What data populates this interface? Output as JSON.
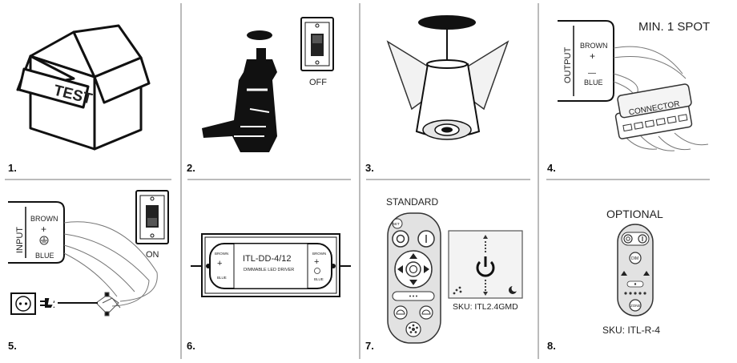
{
  "steps": [
    {
      "number": "1.",
      "box_text": "TEST"
    },
    {
      "number": "2.",
      "switch_text": "OFF"
    },
    {
      "number": "3."
    },
    {
      "number": "4.",
      "heading": "MIN. 1 SPOT",
      "output_label": "OUTPUT",
      "brown": "BROWN",
      "plus": "+",
      "minus": "—",
      "blue": "BLUE",
      "connector": "CONNECTOR"
    },
    {
      "number": "5.",
      "input_label": "INPUT",
      "brown": "BROWN",
      "plus": "+",
      "blue": "BLUE",
      "switch_text": "ON"
    },
    {
      "number": "6.",
      "driver_model": "ITL-DD-4/12",
      "driver_sub": "DIMMABLE LED DRIVER",
      "brown": "BROWN",
      "blue": "BLUE",
      "plus": "+"
    },
    {
      "number": "7.",
      "heading": "STANDARD",
      "set": "SET",
      "sku": "SKU: ITL2.4GMD"
    },
    {
      "number": "8.",
      "heading": "OPTIONAL",
      "dim": "DIM",
      "zone": "ZONE",
      "sku": "SKU: ITL-R-4"
    }
  ],
  "colors": {
    "ink": "#111111",
    "line": "#555555",
    "light": "#e9e9e9"
  }
}
